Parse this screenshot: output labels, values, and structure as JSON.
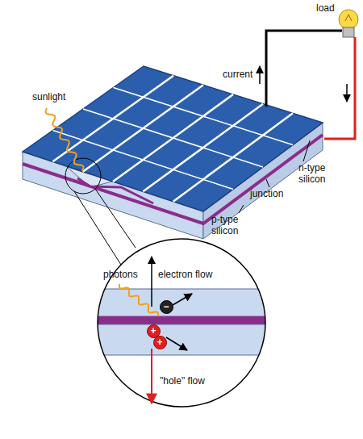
{
  "diagram": {
    "nodes": [
      {
        "text": [
          "−"
        ]
      },
      {
        "text": [
          "+"
        ]
      },
      {
        "text": [
          "+"
        ]
      }
    ],
    "labels": [
      "load",
      "current",
      "sunlight",
      "n-type silicon",
      "junction",
      "p-type silicon",
      "photons",
      "electron flow",
      "\"hole\" flow"
    ]
  }
}
